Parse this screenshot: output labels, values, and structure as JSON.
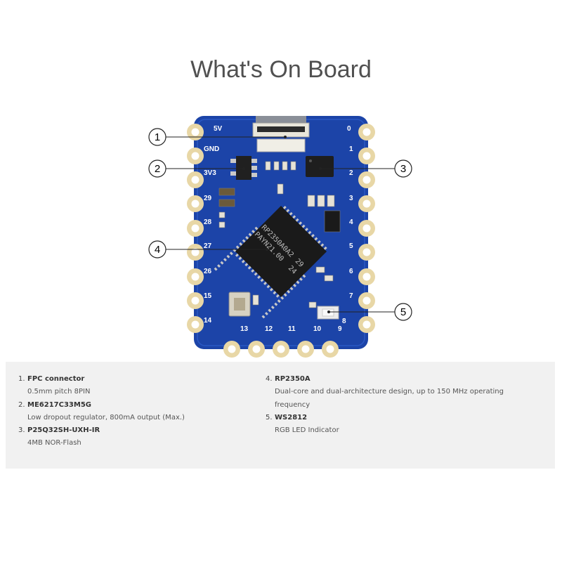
{
  "title": "What's On Board",
  "board_labels": {
    "left": [
      "5V",
      "GND",
      "3V3",
      "29",
      "28",
      "27",
      "26",
      "15",
      "14"
    ],
    "right": [
      "0",
      "1",
      "2",
      "3",
      "4",
      "5",
      "6",
      "7",
      "8"
    ],
    "bottom": [
      "13",
      "12",
      "11",
      "10",
      "9"
    ],
    "chip_text": [
      "RP2350A0A2",
      "PAYN21.00",
      "29",
      "24"
    ]
  },
  "callouts": [
    "1",
    "2",
    "3",
    "4",
    "5"
  ],
  "components": [
    {
      "num": "1.",
      "name": "FPC connector",
      "desc": [
        "0.5mm pitch 8PIN"
      ]
    },
    {
      "num": "2.",
      "name": "ME6217C33M5G",
      "desc": [
        "Low dropout regulator, 800mA output (Max.)"
      ]
    },
    {
      "num": "3.",
      "name": "P25Q32SH-UXH-IR",
      "desc": [
        "4MB NOR-Flash"
      ]
    },
    {
      "num": "4.",
      "name": "RP2350A",
      "desc": [
        "Dual-core and dual-architecture design, up to 150 MHz operating",
        "frequency"
      ]
    },
    {
      "num": "5.",
      "name": "WS2812",
      "desc": [
        "RGB LED Indicator"
      ]
    }
  ],
  "colors": {
    "pcb": "#1c44a8",
    "pad": "#e8d7a6",
    "chip": "#1a1a1a",
    "panel": "#f1f1f1"
  }
}
